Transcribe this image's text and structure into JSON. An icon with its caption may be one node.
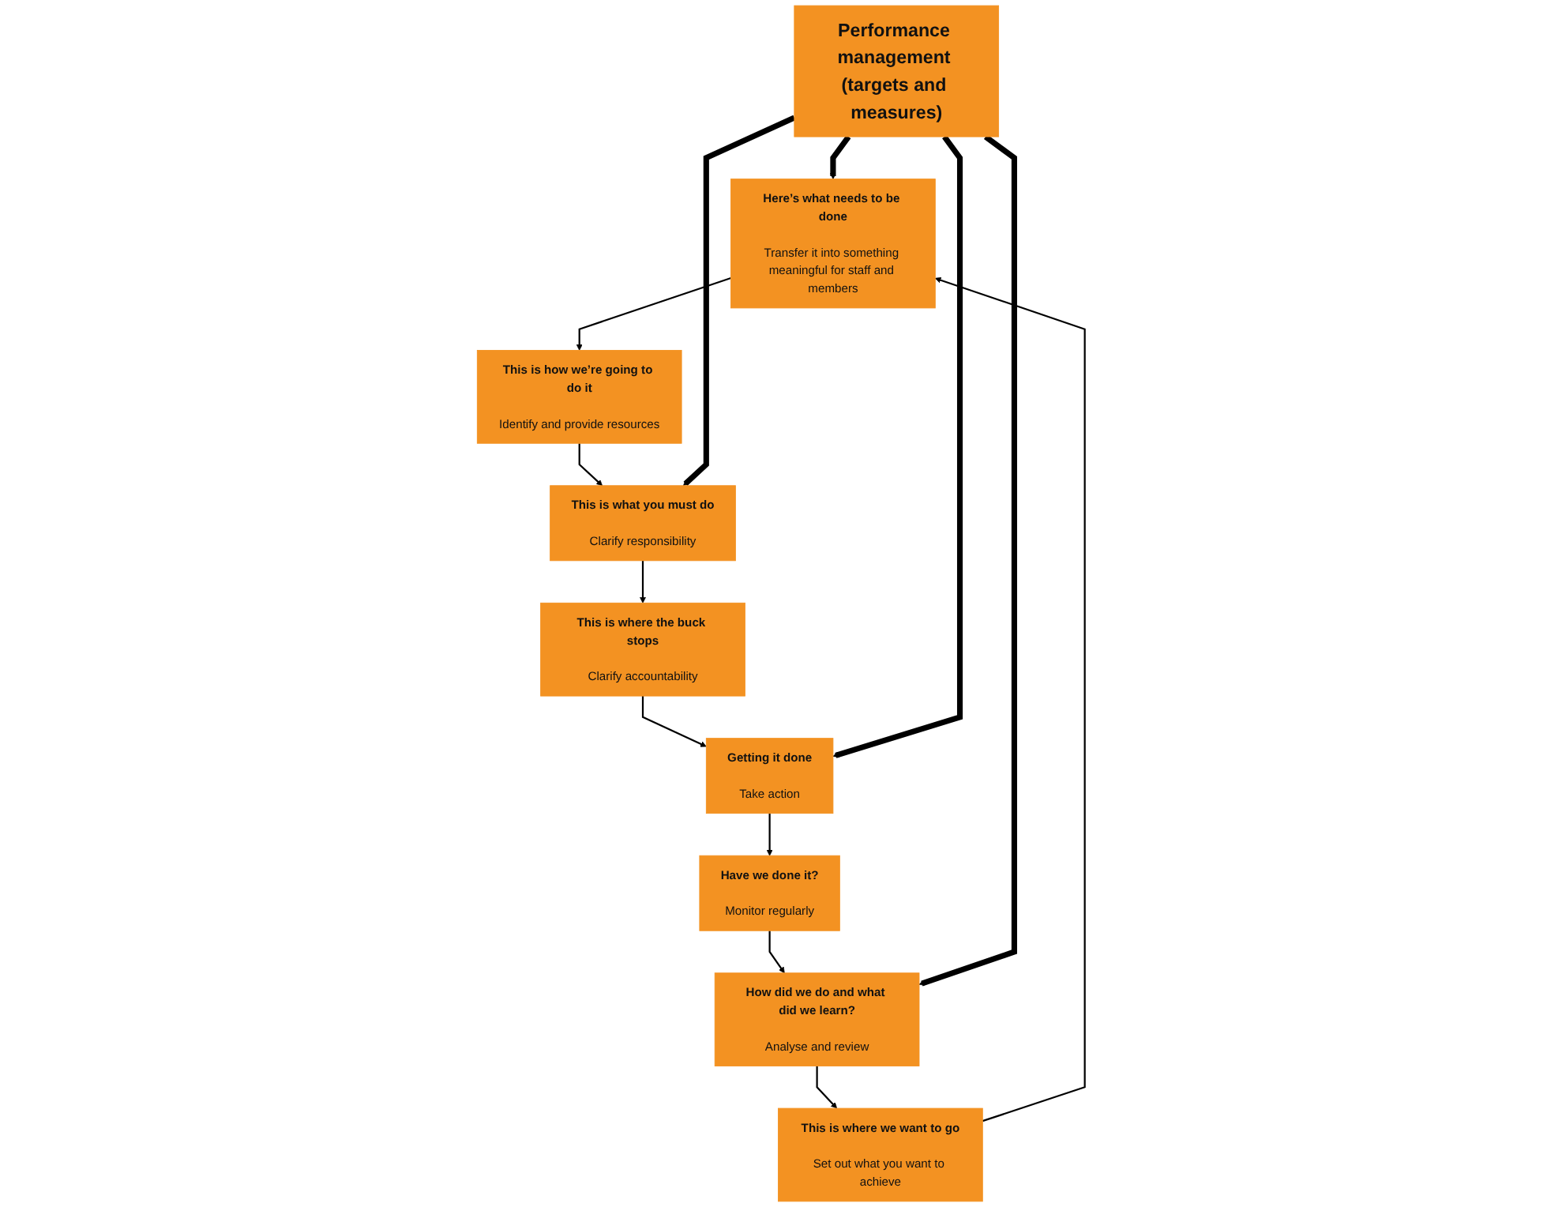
{
  "diagram": {
    "nodes": [
      {
        "text": [
          "This is where we want to go",
          "Set out what you want to achieve"
        ]
      },
      {
        "text": [
          "Here’s what needs to be done",
          "Transfer it into something meaningful for staff and members"
        ]
      },
      {
        "text": [
          "This is how we’re going to do it",
          "Identify and provide resources"
        ]
      },
      {
        "text": [
          "How did we do and what did we learn?",
          "Analyse and review"
        ]
      },
      {
        "text": [
          "Performance management (targets and measures)"
        ]
      },
      {
        "text": [
          "This is what you must do",
          "Clarify responsibility"
        ]
      },
      {
        "text": [
          "Have we done it?",
          "Monitor regularly"
        ]
      },
      {
        "text": [
          "Getting it done",
          "Take action"
        ]
      },
      {
        "text": [
          "This is where the buck stops",
          "Clarify accountability"
        ]
      }
    ],
    "edges": [
      {
        "from": 0,
        "to": 1,
        "arrow": "to"
      },
      {
        "from": 1,
        "to": 2,
        "arrow": "to"
      },
      {
        "from": 2,
        "to": 5,
        "arrow": "to"
      },
      {
        "from": 5,
        "to": 8,
        "arrow": "to"
      },
      {
        "from": 8,
        "to": 7,
        "arrow": "to"
      },
      {
        "from": 7,
        "to": 6,
        "arrow": "to"
      },
      {
        "from": 6,
        "to": 3,
        "arrow": "to"
      },
      {
        "from": 3,
        "to": 0,
        "arrow": "to"
      },
      {
        "from": 4,
        "to": 1,
        "arrow": "to",
        "style": "thick"
      },
      {
        "from": 4,
        "to": 3,
        "arrow": "to",
        "style": "thick"
      },
      {
        "from": 4,
        "to": 5,
        "arrow": "to",
        "style": "thick"
      },
      {
        "from": 4,
        "to": 7,
        "arrow": "to",
        "style": "thick"
      }
    ]
  }
}
